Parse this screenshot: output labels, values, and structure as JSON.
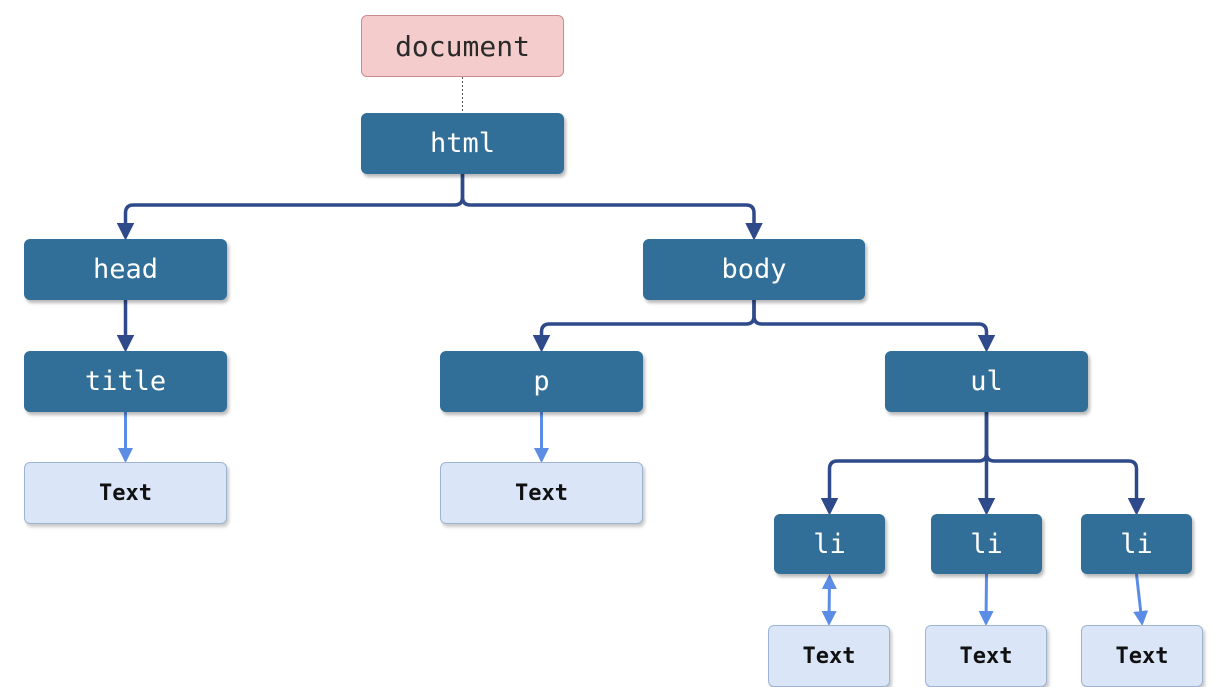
{
  "diagram": {
    "root": {
      "id": "document",
      "label": "document"
    },
    "elements": [
      {
        "id": "html",
        "label": "html"
      },
      {
        "id": "head",
        "label": "head"
      },
      {
        "id": "body",
        "label": "body"
      },
      {
        "id": "title",
        "label": "title"
      },
      {
        "id": "p",
        "label": "p"
      },
      {
        "id": "ul",
        "label": "ul"
      },
      {
        "id": "li1",
        "label": "li"
      },
      {
        "id": "li2",
        "label": "li"
      },
      {
        "id": "li3",
        "label": "li"
      }
    ],
    "text_nodes": [
      {
        "id": "text-title",
        "label": "Text"
      },
      {
        "id": "text-p",
        "label": "Text"
      },
      {
        "id": "text-li1",
        "label": "Text"
      },
      {
        "id": "text-li2",
        "label": "Text"
      },
      {
        "id": "text-li3",
        "label": "Text"
      }
    ],
    "edges": [
      {
        "from": "document",
        "to": "html",
        "kind": "dotted"
      },
      {
        "from": "html",
        "to": "head",
        "kind": "element"
      },
      {
        "from": "html",
        "to": "body",
        "kind": "element"
      },
      {
        "from": "head",
        "to": "title",
        "kind": "element"
      },
      {
        "from": "body",
        "to": "p",
        "kind": "element"
      },
      {
        "from": "body",
        "to": "ul",
        "kind": "element"
      },
      {
        "from": "ul",
        "to": "li1",
        "kind": "element"
      },
      {
        "from": "ul",
        "to": "li2",
        "kind": "element"
      },
      {
        "from": "ul",
        "to": "li3",
        "kind": "element"
      },
      {
        "from": "title",
        "to": "text-title",
        "kind": "text"
      },
      {
        "from": "p",
        "to": "text-p",
        "kind": "text"
      },
      {
        "from": "li1",
        "to": "text-li1",
        "kind": "text-bidirectional"
      },
      {
        "from": "li2",
        "to": "text-li2",
        "kind": "text"
      },
      {
        "from": "li3",
        "to": "text-li3",
        "kind": "text"
      }
    ],
    "colors": {
      "root_fill": "#f4cccc",
      "element_fill": "#326f98",
      "text_fill": "#dae6f8",
      "element_edge": "#2f4a8a",
      "text_edge": "#5b8ce6",
      "dotted_edge": "#555555"
    }
  }
}
